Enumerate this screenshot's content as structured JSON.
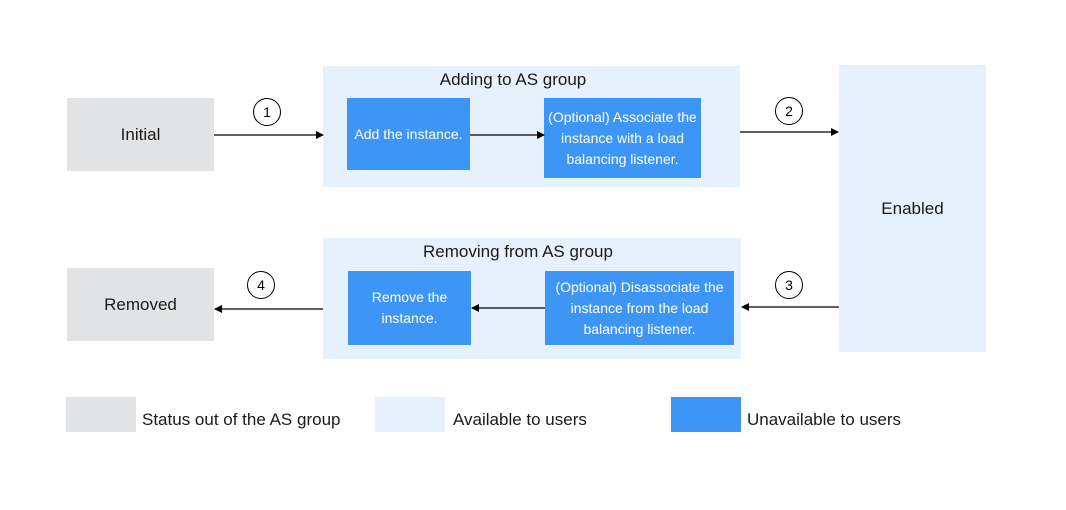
{
  "diagram": {
    "groups": {
      "adding": {
        "title": "Adding to AS group"
      },
      "removing": {
        "title": "Removing from AS group"
      }
    },
    "states": {
      "initial": "Initial",
      "enabled": "Enabled",
      "removed": "Removed"
    },
    "steps": {
      "add_instance": "Add the instance.",
      "associate_lb": "(Optional) Associate the instance with a load balancing listener.",
      "disassociate_lb": "(Optional) Disassociate the instance from the load balancing listener.",
      "remove_instance": "Remove the instance."
    },
    "transitions": {
      "t1": "1",
      "t2": "2",
      "t3": "3",
      "t4": "4"
    },
    "legend": {
      "out_of_group": "Status out of the AS group",
      "available": "Available to users",
      "unavailable": "Unavailable to users"
    },
    "colors": {
      "out_of_group": "#e1e3e4",
      "available": "#e5f1fd",
      "unavailable": "#3d96f5"
    }
  }
}
